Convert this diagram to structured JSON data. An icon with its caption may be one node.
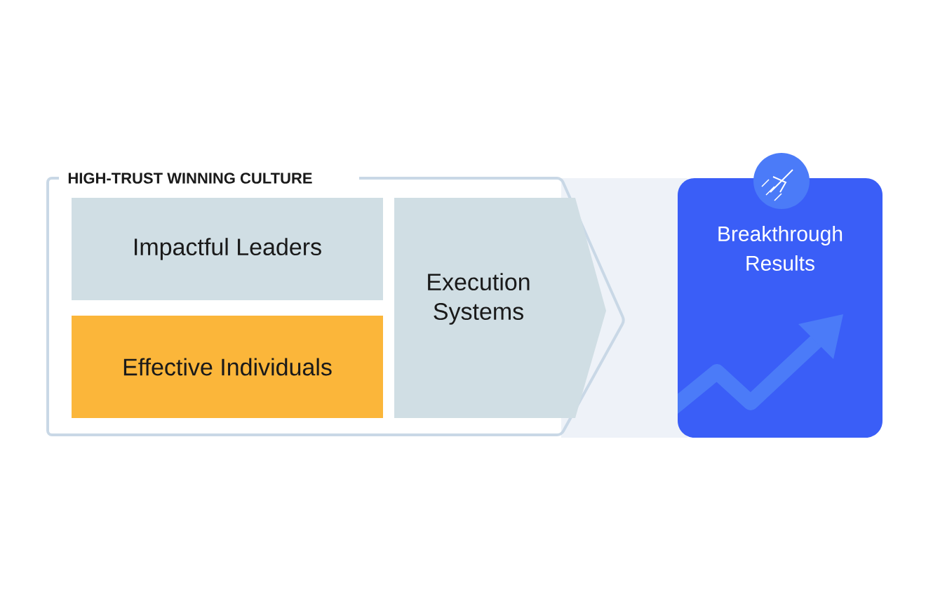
{
  "diagram": {
    "nodes": [
      {
        "text": [
          "HIGH-TRUST WINNING CULTURE"
        ]
      },
      {
        "text": [
          "Impactful Leaders"
        ],
        "in": 0
      },
      {
        "text": [
          "Effective Individuals"
        ],
        "in": 0
      },
      {
        "text": [
          "Execution Systems"
        ],
        "in": 0
      },
      {
        "text": [
          "Breakthrough Results"
        ]
      }
    ]
  }
}
